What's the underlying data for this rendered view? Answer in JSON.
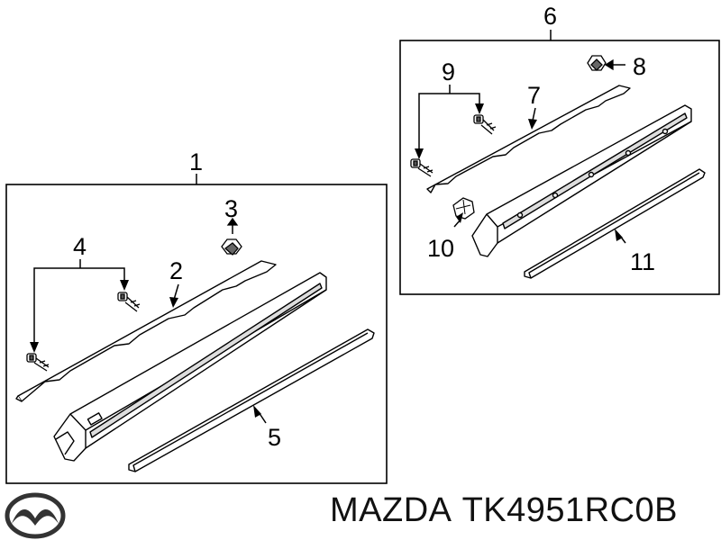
{
  "callouts": {
    "c1": "1",
    "c2": "2",
    "c3": "3",
    "c4": "4",
    "c5": "5",
    "c6": "6",
    "c7": "7",
    "c8": "8",
    "c9": "9",
    "c10": "10",
    "c11": "11"
  },
  "footer": {
    "brand": "MAZDA",
    "part_number": "TK4951RC0B"
  },
  "icons": {
    "logo": "mazda-logo-icon"
  }
}
